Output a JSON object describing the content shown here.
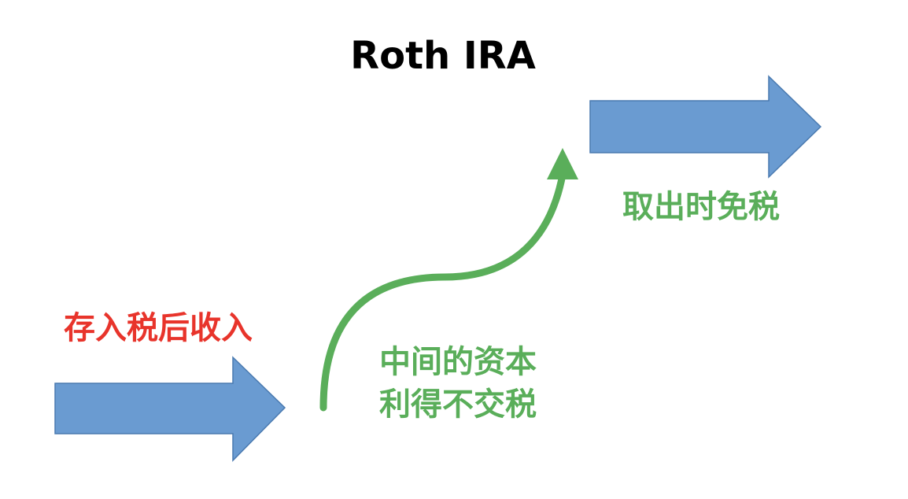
{
  "title": "Roth IRA",
  "labels": {
    "deposit": "存入税后收入",
    "growth_line1": "中间的资本",
    "growth_line2": "利得不交税",
    "withdraw": "取出时免税"
  },
  "colors": {
    "title": "#000000",
    "deposit_text": "#e8342b",
    "growth": "#5aae5a",
    "block_arrow_fill": "#6a9bd1",
    "block_arrow_stroke": "#4a7ab0"
  }
}
